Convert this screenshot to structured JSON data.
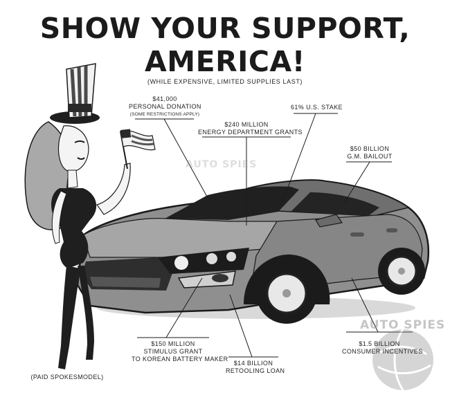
{
  "headline": {
    "line1": "SHOW YOUR SUPPORT,",
    "line2": "AMERICA!",
    "subtitle": "(WHILE EXPENSIVE, LIMITED SUPPLIES LAST)"
  },
  "callouts": {
    "donation": {
      "line1": "$41,000",
      "line2": "PERSONAL DONATION",
      "note": "(SOME RESTRICTIONS APPLY)"
    },
    "energy": {
      "line1": "$240 MILLION",
      "line2": "ENERGY DEPARTMENT GRANTS"
    },
    "stake": {
      "line1": "61% U.S. STAKE"
    },
    "gm": {
      "line1": "$50 BILLION",
      "line2": "G.M. BAILOUT"
    },
    "stimulus": {
      "line1": "$150 MILLION",
      "line2": "STIMULUS GRANT",
      "line3": "TO KOREAN BATTERY MAKER"
    },
    "retooling": {
      "line1": "$14 BILLION",
      "line2": "RETOOLING LOAN"
    },
    "consumer": {
      "line1": "$1.5 BILLION",
      "line2": "CONSUMER INCENTIVES"
    },
    "spokesmodel": {
      "line1": "(PAID SPOKESMODEL)"
    }
  },
  "watermarks": {
    "center": "AUTO SPIES",
    "corner": "AUTO SPIES"
  },
  "colors": {
    "ink": "#1a1a1a",
    "car_body": "#8c8c8c",
    "car_dark": "#2a2a2a",
    "background": "#ffffff"
  }
}
